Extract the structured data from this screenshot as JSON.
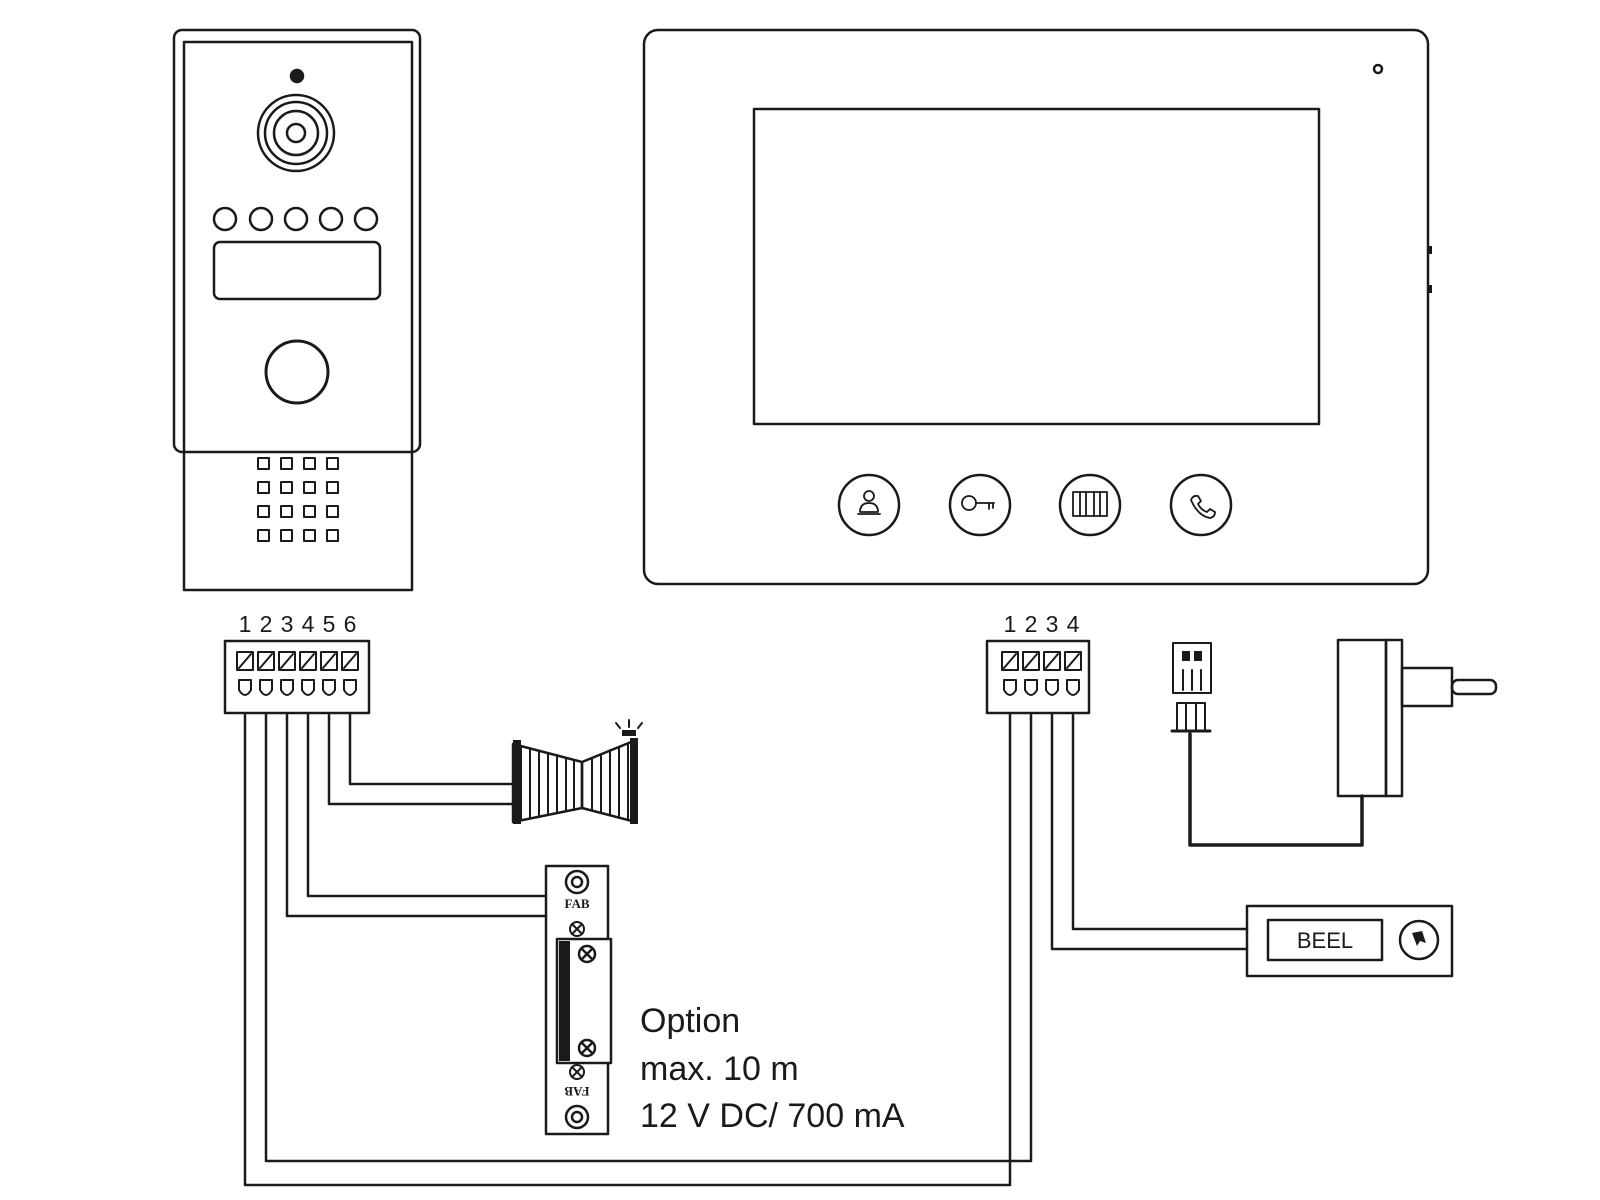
{
  "door_station": {
    "terminal_numbers": [
      "1",
      "2",
      "3",
      "4",
      "5",
      "6"
    ]
  },
  "monitor": {
    "terminal_numbers": [
      "1",
      "2",
      "3",
      "4"
    ],
    "buttons": [
      "person-icon",
      "key-icon",
      "gate-icon",
      "handset-icon"
    ]
  },
  "door_lock": {
    "brand_top": "FAB",
    "brand_bottom": "FAB"
  },
  "doorbell": {
    "label": "BEEL"
  },
  "note": {
    "line1": "Option",
    "line2": "max. 10 m",
    "line3": "12 V DC/ 700 mA"
  }
}
